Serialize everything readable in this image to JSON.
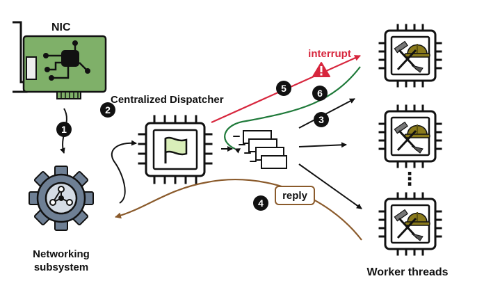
{
  "labels": {
    "nic": "NIC",
    "dispatcher": "Centralized Dispatcher",
    "networking_line1": "Networking",
    "networking_line2": "subsystem",
    "workers": "Worker threads",
    "interrupt": "interrupt",
    "reply": "reply",
    "ellipsis_marker": "⋮"
  },
  "steps": [
    "1",
    "2",
    "3",
    "4",
    "5",
    "6"
  ],
  "colors": {
    "interrupt": "#d7263d",
    "green_path": "#1f7a3a",
    "reply_path": "#8a5a2b",
    "nic_board": "#7fb069",
    "chip_body": "#f4f4f4",
    "flag": "#d9eeb9",
    "gear": "#6e7f94",
    "helmet": "#8a7a1c",
    "outline": "#111111"
  },
  "icons": [
    "nic-card-icon",
    "gear-icon",
    "cpu-chip-icon",
    "flag-icon",
    "queue-icon",
    "worker-tools-icon",
    "warning-icon"
  ]
}
